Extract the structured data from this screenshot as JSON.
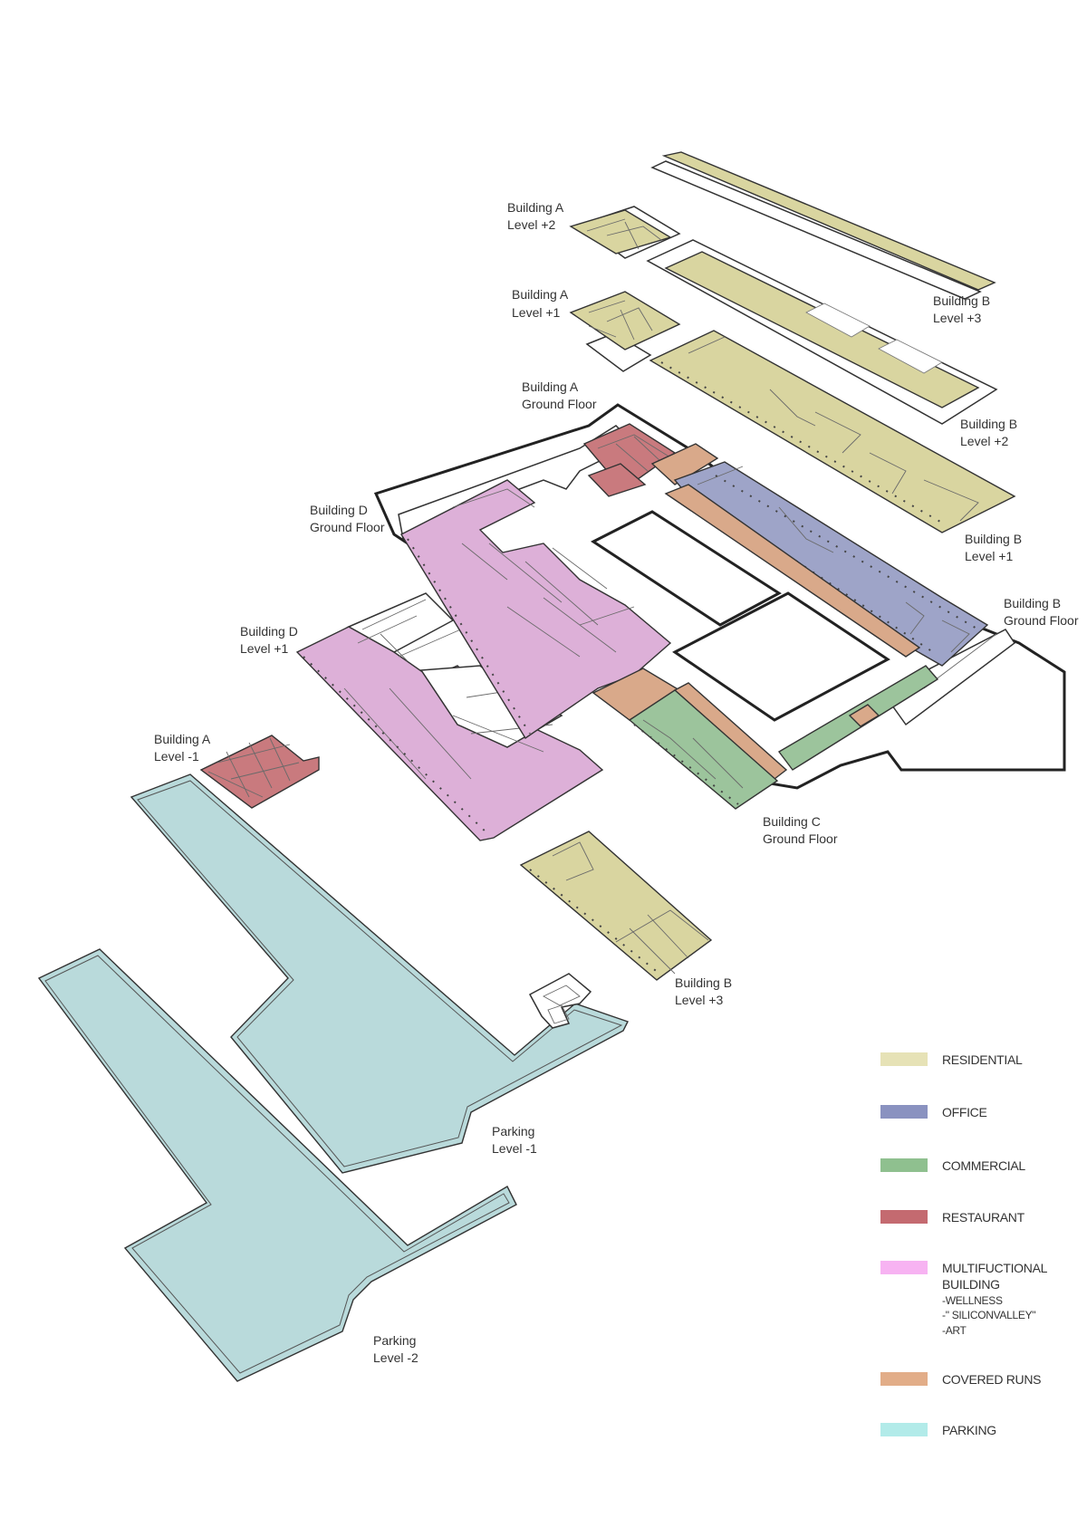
{
  "colors": {
    "residential": "#d9d5a0",
    "office": "#9ea4c8",
    "commercial": "#9cc49c",
    "restaurant": "#c97a7e",
    "multifunctional": "#ddb0d8",
    "covered_runs": "#d9a98a",
    "parking": "#b9dadb",
    "leg_residential": "#e6e2b6",
    "leg_office": "#8a92c0",
    "leg_commercial": "#8fc08f",
    "leg_restaurant": "#c46a70",
    "leg_multifunctional": "#f7b3f2",
    "leg_covered_runs": "#e2ad88",
    "leg_parking": "#b2ebe9"
  },
  "labels": {
    "a2": {
      "l1": "Building A",
      "l2": "Level +2"
    },
    "a1": {
      "l1": "Building A",
      "l2": "Level +1"
    },
    "ag": {
      "l1": "Building A",
      "l2": "Ground Floor"
    },
    "am1": {
      "l1": "Building A",
      "l2": "Level -1"
    },
    "b3_top": {
      "l1": "Building B",
      "l2": "Level +3"
    },
    "b2": {
      "l1": "Building B",
      "l2": "Level +2"
    },
    "b1": {
      "l1": "Building B",
      "l2": "Level +1"
    },
    "bg": {
      "l1": "Building B",
      "l2": "Ground Floor"
    },
    "b3_low": {
      "l1": "Building B",
      "l2": "Level +3"
    },
    "dg": {
      "l1": "Building D",
      "l2": "Ground Floor"
    },
    "d1": {
      "l1": "Building D",
      "l2": "Level +1"
    },
    "cg": {
      "l1": "Building C",
      "l2": "Ground Floor"
    },
    "p1": {
      "l1": "Parking",
      "l2": "Level -1"
    },
    "p2": {
      "l1": "Parking",
      "l2": "Level -2"
    }
  },
  "legend": {
    "residential": "RESIDENTIAL",
    "office": "OFFICE",
    "commercial": "COMMERCIAL",
    "restaurant": "RESTAURANT",
    "multifunctional_l1": "MULTIFUCTIONAL",
    "multifunctional_l2": "BUILDING",
    "multifunctional_sub1": "-WELLNESS",
    "multifunctional_sub2": "-\" SILICONVALLEY\"",
    "multifunctional_sub3": "-ART",
    "covered_runs": "COVERED RUNS",
    "parking": "PARKING"
  }
}
